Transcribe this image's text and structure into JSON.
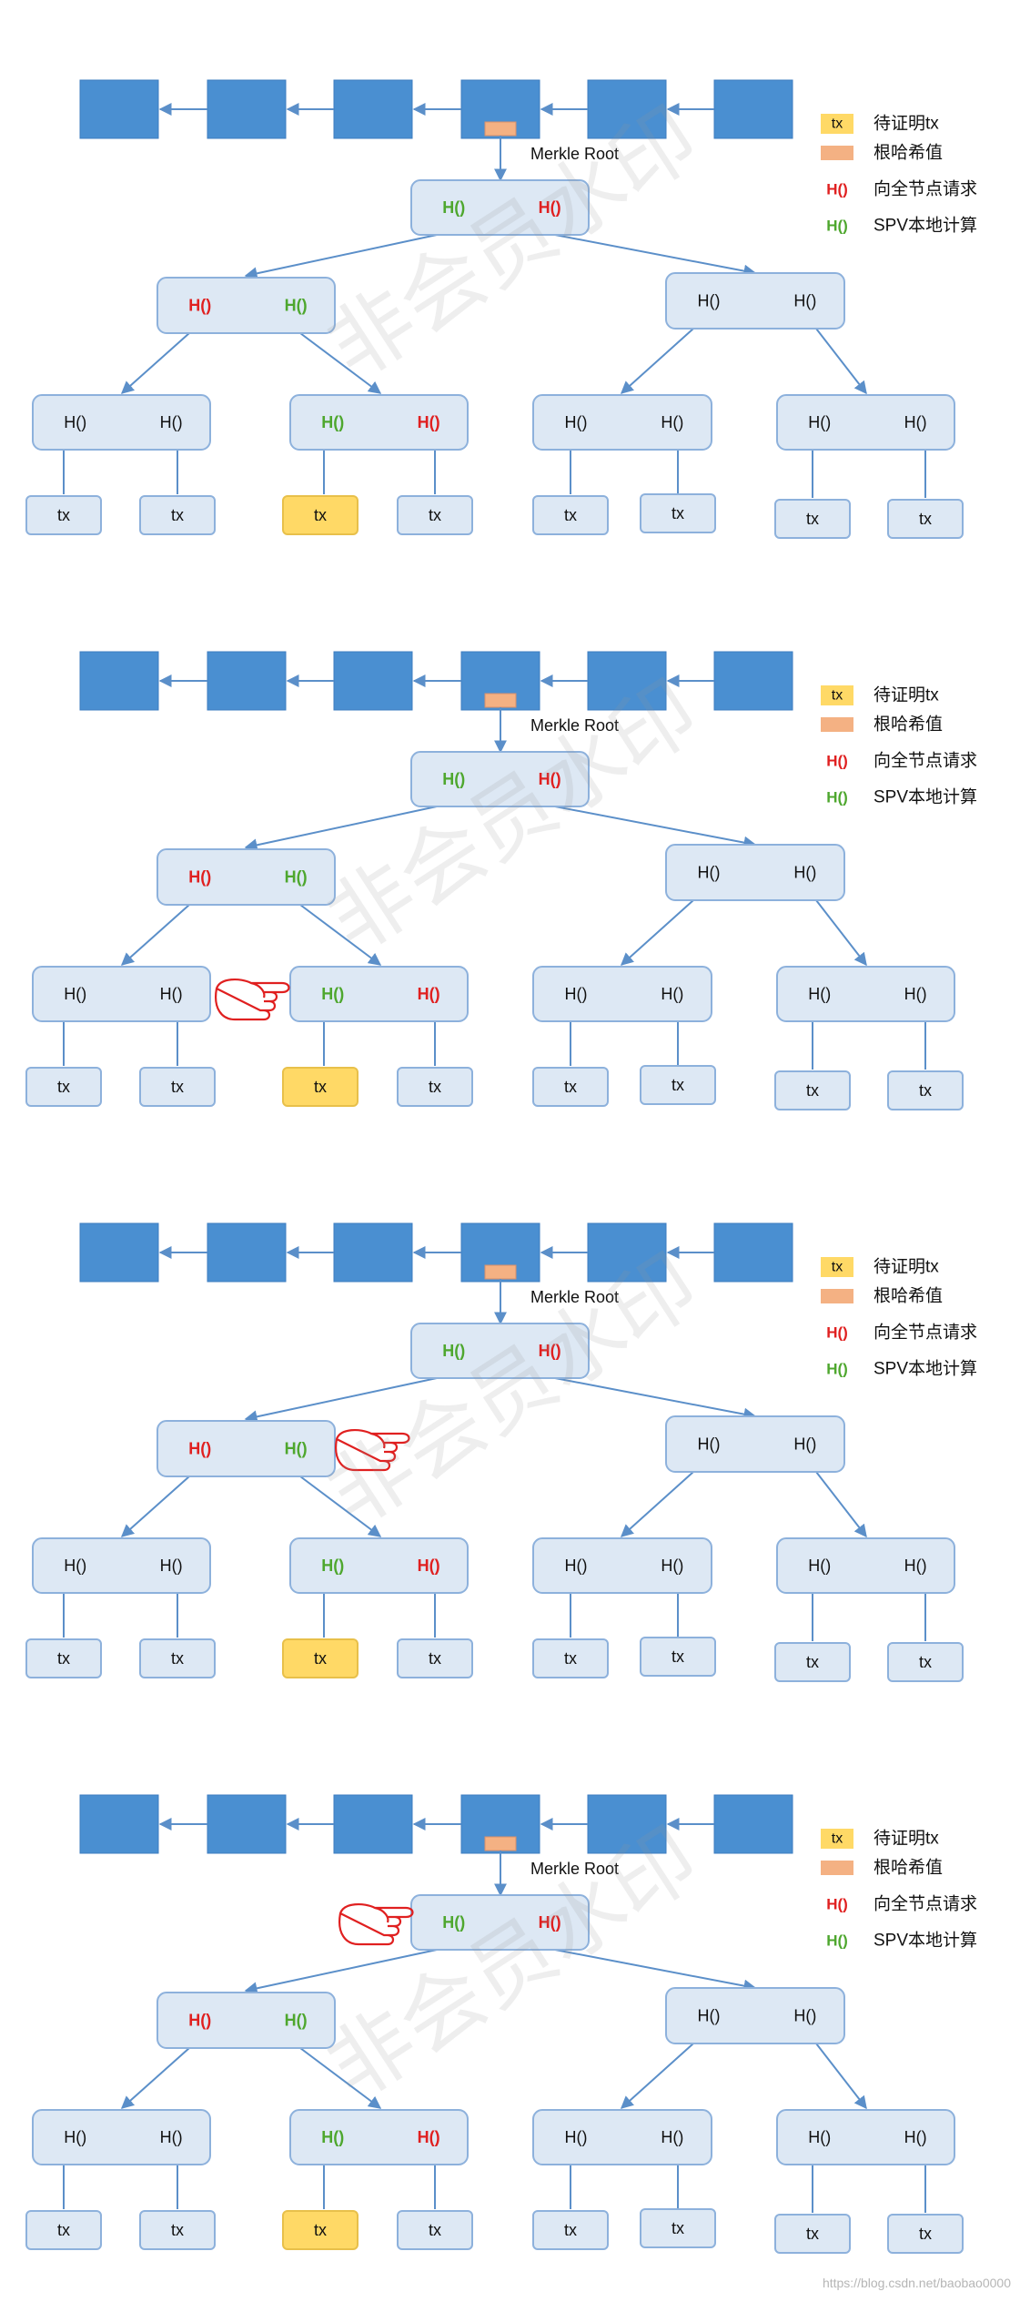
{
  "diagram": {
    "chain_arrow_note": "",
    "root_label": "Merkle Root",
    "legend": [
      {
        "swatch": "tx",
        "text": "待证明tx",
        "kind": "tx-swatch"
      },
      {
        "swatch": "",
        "text": "根哈希值",
        "kind": "root-swatch"
      },
      {
        "swatch": "H()",
        "text": "向全节点请求",
        "kind": "red"
      },
      {
        "swatch": "H()",
        "text": "SPV本地计算",
        "kind": "green"
      }
    ],
    "hash_label": "H()",
    "tx_label": "tx",
    "panels": [
      {
        "pointer": "none"
      },
      {
        "pointer": "level2"
      },
      {
        "pointer": "level1"
      },
      {
        "pointer": "root"
      }
    ]
  },
  "watermark": "非会员水印",
  "credit": "https://blog.csdn.net/baobao0000",
  "colors": {
    "block": "#4a8fd1",
    "node_fill": "#dde8f4",
    "node_stroke": "#8db1dc",
    "edge": "#5b8fc9",
    "tx_highlight": "#ffd966",
    "root_swatch": "#f4b183",
    "red": "#e02020",
    "green": "#4ea72e"
  }
}
